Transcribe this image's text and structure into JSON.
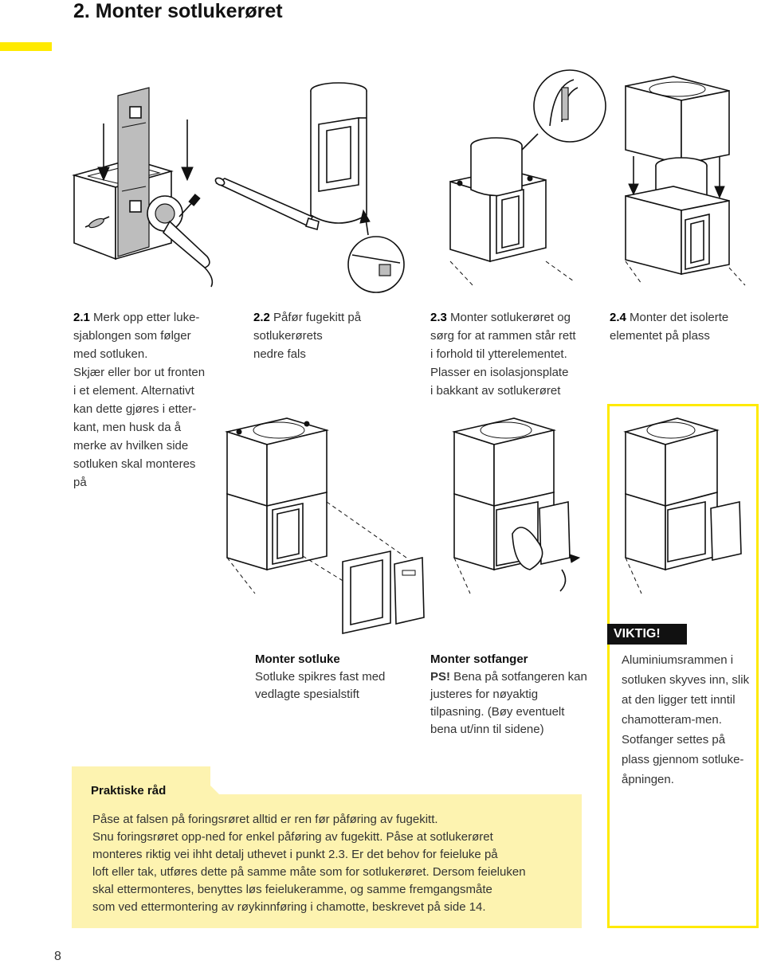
{
  "header": {
    "title": "2. Monter sotlukerøret"
  },
  "steps": [
    {
      "num": "2.1",
      "text": " Merk opp etter luke-\nsjablongen som følger\nmed sotluken.\nSkjær eller bor ut fronten\ni et element. Alternativt\nkan dette gjøres i etter-\nkant, men husk da å\nmerke av hvilken side\nsotluken skal monteres\npå"
    },
    {
      "num": "2.2",
      "text": " Påfør fugekitt på\nsotlukerørets\nnedre fals"
    },
    {
      "num": "2.3",
      "text": " Monter sotlukerøret og\nsørg for at rammen står rett\ni forhold til ytterelementet.\nPlasser en isolasjonsplate\ni bakkant av sotlukerøret"
    },
    {
      "num": "2.4",
      "text": " Monter det isolerte\nelementet på plass"
    }
  ],
  "captions": {
    "sotluke": {
      "title": "Monter sotluke",
      "text": "Sotluke spikres fast med vedlagte spesialstift"
    },
    "sotfanger": {
      "title": "Monter sotfanger",
      "ps": "PS!",
      "text": " Bena på sotfangeren kan justeres for nøyaktig tilpasning. (Bøy eventuelt bena ut/inn til sidene)"
    }
  },
  "viktig": {
    "label": "VIKTIG!",
    "text": "Aluminiumsrammen i sotluken skyves inn, slik at den ligger tett inntil chamotteram-men. Sotfanger settes på plass gjennom sotluke-åpningen."
  },
  "tips": {
    "title": "Praktiske råd",
    "body": "Påse at falsen på foringsrøret alltid er ren før påføring av fugekitt.\nSnu foringsrøret opp-ned for enkel påføring av fugekitt. Påse at sotlukerøret\nmonteres riktig vei ihht detalj uthevet i punkt 2.3. Er det behov for feieluke på\nloft eller tak, utføres dette på samme måte som for sotlukerøret. Dersom feieluken\nskal ettermonteres, benyttes løs feielukeramme, og samme fremgangsmåte\nsom ved ettermontering av røykinnføring i chamotte, beskrevet på side 14."
  },
  "footer": {
    "page_number": "8"
  },
  "colors": {
    "accent_yellow": "#ffea00",
    "tips_background": "#fdf3b0"
  }
}
